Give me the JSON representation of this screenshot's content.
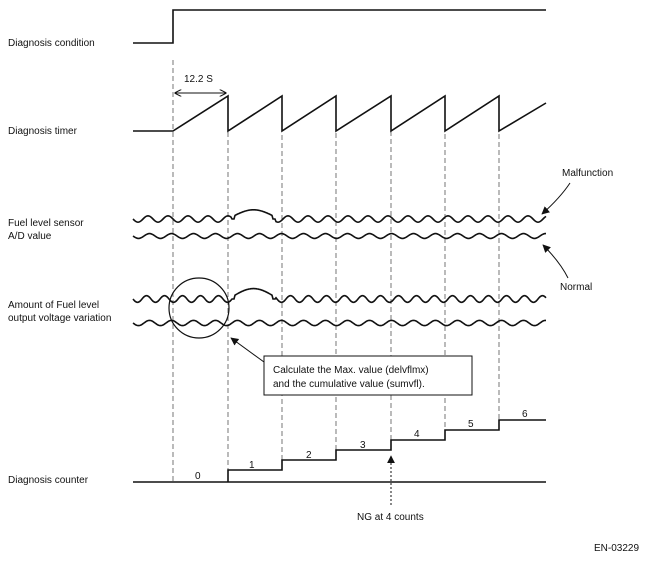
{
  "labels": {
    "diagnosis_condition": "Diagnosis condition",
    "diagnosis_timer": "Diagnosis timer",
    "fuel_sensor_line1": "Fuel level sensor",
    "fuel_sensor_line2": "A/D value",
    "variation_line1": "Amount of Fuel level",
    "variation_line2": "output voltage variation",
    "diagnosis_counter": "Diagnosis counter"
  },
  "timer_annotation": "12.2 S",
  "side_labels": {
    "malfunction": "Malfunction",
    "normal": "Normal"
  },
  "callout": {
    "line1": "Calculate the Max. value (delvflmx)",
    "line2": "and the cumulative value (sumvfl)."
  },
  "counter_values": [
    "0",
    "1",
    "2",
    "3",
    "4",
    "5",
    "6"
  ],
  "ng_label": "NG at 4 counts",
  "figure_code": "EN-03229",
  "colors": {
    "line": "#111111",
    "guide": "#555555"
  }
}
